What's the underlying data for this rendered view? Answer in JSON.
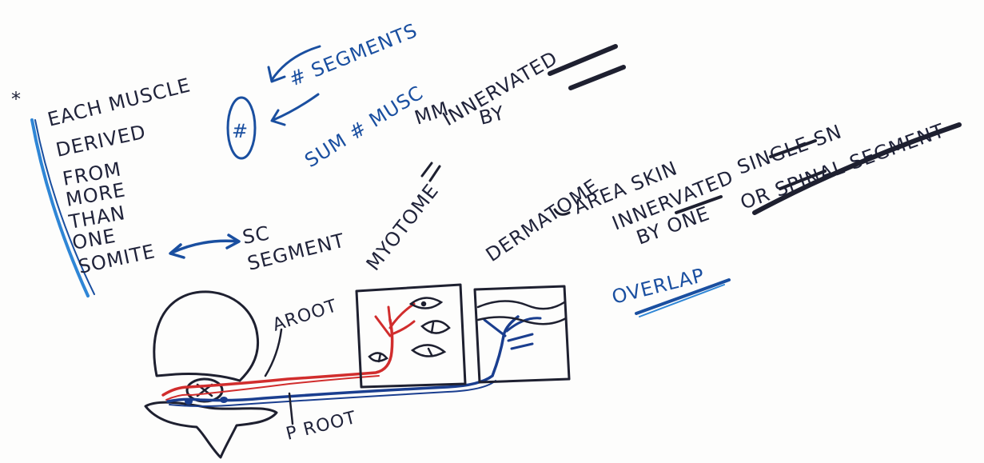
{
  "notes": {
    "asterisk": "*",
    "left_list": [
      "EACH MUSCLE",
      "DERIVED",
      "FROM",
      "MORE",
      "THAN",
      "ONE",
      "SOMITE"
    ],
    "sc_segment": [
      "SC",
      "SEGMENT"
    ],
    "sharp": "#",
    "num_segments": "# SEGMENTS",
    "sum_muscle": "SUM # MUSC",
    "mm_innervated": [
      "MM",
      "INNERVATED",
      "BY"
    ],
    "myotome": "MYOTOME",
    "dermatome": "DERMATOME",
    "dermatome_def": [
      "AREA SKIN",
      "INNERVATED",
      "BY ONE"
    ],
    "single_sn": "SINGLE SN",
    "spinal_segment": "OR SPINAL SEGMENT",
    "overlap": "OVERLAP"
  },
  "labels": {
    "anterior_root": "AROOT",
    "posterior_root": "P ROOT"
  },
  "colors": {
    "ink_black": "#1e2030",
    "ink_blue": "#1a4fa0",
    "ink_light_blue": "#2f86d6",
    "ink_red": "#d12d2d"
  }
}
